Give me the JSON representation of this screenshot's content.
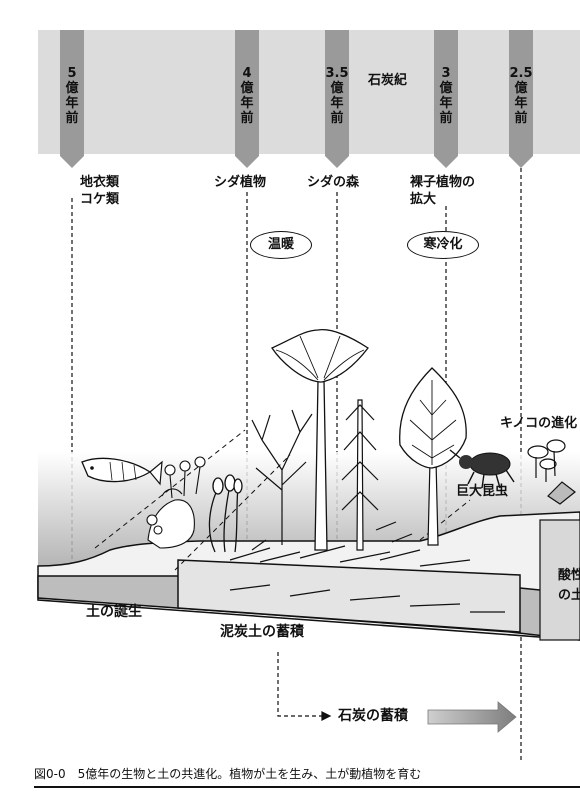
{
  "timeline": {
    "period_label": "石炭紀",
    "markers": [
      {
        "value": "5",
        "chars": [
          "億",
          "年",
          "前"
        ]
      },
      {
        "value": "4",
        "chars": [
          "億",
          "年",
          "前"
        ]
      },
      {
        "value": "3.5",
        "chars": [
          "億",
          "年",
          "前"
        ]
      },
      {
        "value": "3",
        "chars": [
          "億",
          "年",
          "前"
        ]
      },
      {
        "value": "2.5",
        "chars": [
          "億",
          "年",
          "前"
        ]
      }
    ]
  },
  "events": {
    "lichen_moss_line1": "地衣類",
    "lichen_moss_line2": "コケ類",
    "fern_plants": "シダ植物",
    "fern_forest": "シダの森",
    "gymnosperm_line1": "裸子植物の",
    "gymnosperm_line2": "拡大"
  },
  "climate": {
    "warm": "温暖",
    "cold": "寒冷化"
  },
  "scene": {
    "mushroom_evolution": "キノコの進化",
    "giant_insect": "巨大昆虫",
    "acid_line1": "酸性",
    "acid_line2": "の土"
  },
  "soil": {
    "birth": "土の誕生",
    "peat": "泥炭土の蓄積",
    "coal": "石炭の蓄積"
  },
  "caption": "図0-0　5億年の生物と土の共進化。植物が土を生み、土が動植物を育む"
}
